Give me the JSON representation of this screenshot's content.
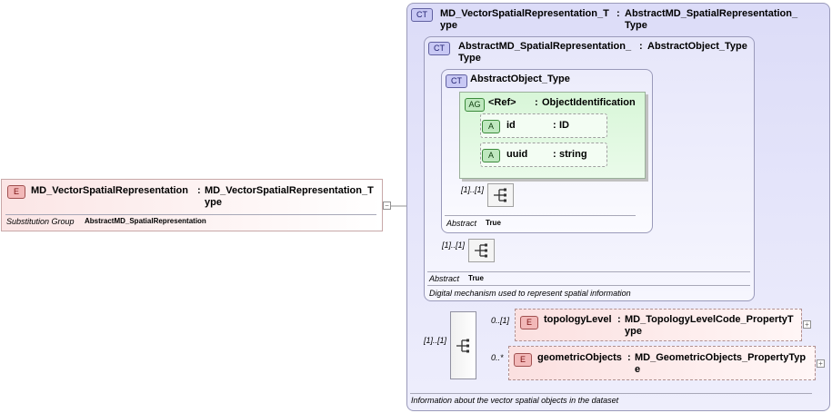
{
  "main_element": {
    "badge": "E",
    "name": "MD_VectorSpatialRepresentation",
    "colon": ":",
    "type_line1": "MD_VectorSpatialRepresentation_T",
    "type_line2": "ype",
    "subst_label": "Substitution Group",
    "subst_value": "AbstractMD_SpatialRepresentation",
    "collapse": "−"
  },
  "outer_type": {
    "badge": "CT",
    "name_line1": "MD_VectorSpatialRepresentation_T",
    "name_line2": "ype",
    "colon": ":",
    "base_line1": "AbstractMD_SpatialRepresentation_",
    "base_line2": "Type",
    "documentation": "Information about the vector spatial objects in the dataset",
    "sequence_card": "[1]..[1]"
  },
  "mid_type": {
    "badge": "CT",
    "name_line1": "AbstractMD_SpatialRepresentation_",
    "name_line2": "Type",
    "colon": ":",
    "base": "AbstractObject_Type",
    "abstract_label": "Abstract",
    "abstract_value": "True",
    "documentation": "Digital mechanism used to represent spatial information",
    "sequence_card": "[1]..[1]"
  },
  "inner_type": {
    "badge": "CT",
    "name": "AbstractObject_Type",
    "abstract_label": "Abstract",
    "abstract_value": "True",
    "sequence_card": "[1]..[1]"
  },
  "attribute_group": {
    "badge": "AG",
    "name": "<Ref>",
    "colon": ":",
    "type": "ObjectIdentification",
    "attributes": [
      {
        "badge": "A",
        "name": "id",
        "colon": ":",
        "type": "ID"
      },
      {
        "badge": "A",
        "name": "uuid",
        "colon": ":",
        "type": "string"
      }
    ]
  },
  "child_elements": [
    {
      "card": "0..[1]",
      "badge": "E",
      "name": "topologyLevel",
      "colon": ":",
      "type_line1": "MD_TopologyLevelCode_PropertyT",
      "type_line2": "ype",
      "expand": "+"
    },
    {
      "card": "0..*",
      "badge": "E",
      "name": "geometricObjects",
      "colon": ":",
      "type_line1": "MD_GeometricObjects_PropertyTyp",
      "type_line2": "e",
      "expand": "+"
    }
  ]
}
